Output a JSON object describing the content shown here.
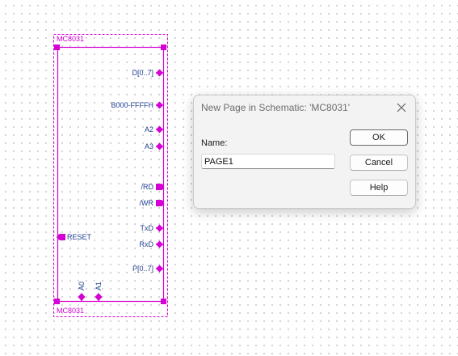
{
  "schematic": {
    "part_name_top": "MC8031",
    "part_name_bottom": "MC8031",
    "pins_right": [
      {
        "label": "D[0..7]"
      },
      {
        "label": "B000-FFFFH"
      },
      {
        "label": "A2"
      },
      {
        "label": "A3"
      },
      {
        "label": "/RD"
      },
      {
        "label": "/WR"
      },
      {
        "label": "TxD"
      },
      {
        "label": "RxD"
      },
      {
        "label": "P[0..7]"
      }
    ],
    "pin_left": {
      "label": "RESET"
    },
    "pins_bottom": [
      {
        "label": "A0"
      },
      {
        "label": "A1"
      }
    ],
    "colors": {
      "part_border": "#d400d4",
      "pin_text": "#1f3f8f"
    }
  },
  "dialog": {
    "title": "New Page in Schematic:  'MC8031'",
    "close_icon": "close-icon",
    "name_label": "Name:",
    "name_value": "PAGE1",
    "buttons": {
      "ok": "OK",
      "cancel": "Cancel",
      "help": "Help"
    }
  }
}
